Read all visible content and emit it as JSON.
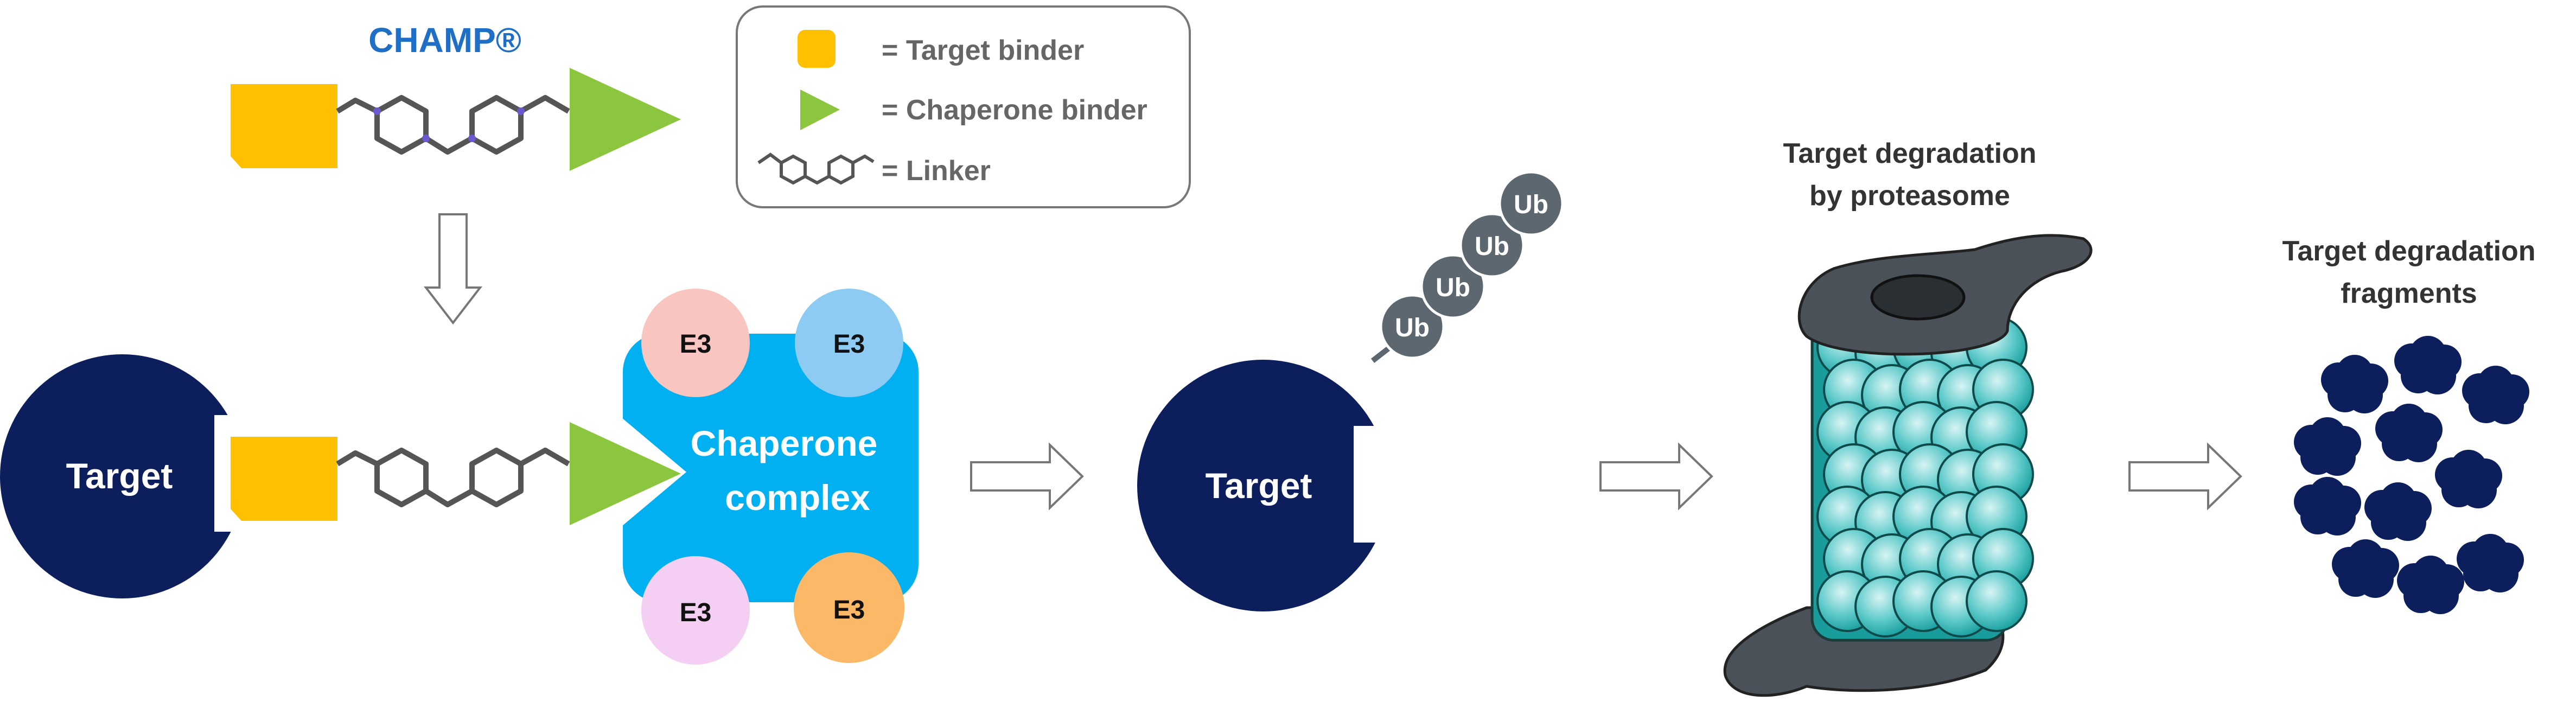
{
  "title": "CHAMP®",
  "legend": {
    "target_binder": "= Target binder",
    "chaperone_binder": "= Chaperone binder",
    "linker": "= Linker"
  },
  "labels": {
    "target": "Target",
    "target_right": "Target",
    "chaperone_line1": "Chaperone",
    "chaperone_line2": "complex",
    "e3": "E3",
    "ub": "Ub",
    "proteasome_line1": "Target degradation",
    "proteasome_line2": "by proteasome",
    "fragments_line1": "Target degradation",
    "fragments_line2": "fragments"
  },
  "colors": {
    "navy": "#0c1f5c",
    "binder_yellow": "#ffc000",
    "chaperone_green": "#8cc63f",
    "chaperone_blue": "#00b0f0",
    "title_blue": "#1f6fc6",
    "e3_pink": "#f8c5c0",
    "e3_lightblue": "#8ecbf2",
    "e3_lavender": "#f4cff3",
    "e3_orange": "#fbb866",
    "ub_gray": "#5d6770",
    "proteasome_dark": "#4a5158",
    "proteasome_teal": "#2fb5b5"
  }
}
